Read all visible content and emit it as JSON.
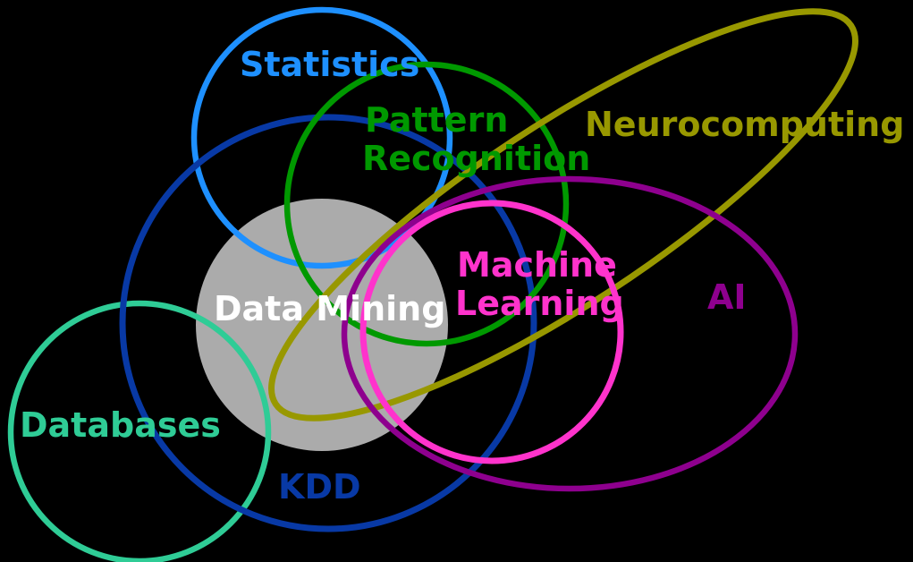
{
  "background": "#000000",
  "diagram": {
    "kind": "venn-diagram",
    "topic": "Data Mining and related fields"
  },
  "labels": {
    "statistics": {
      "text": "Statistics",
      "color": "#1E90FF"
    },
    "pattern_recognition": {
      "line1": "Pattern",
      "line2": "Recognition",
      "color": "#009900"
    },
    "neurocomputing": {
      "text": "Neurocomputing",
      "color": "#989800"
    },
    "machine_learning": {
      "line1": "Machine",
      "line2": "Learning",
      "color": "#FF33CC"
    },
    "ai": {
      "text": "AI",
      "color": "#8E008E"
    },
    "data_mining": {
      "text": "Data Mining",
      "color": "#FFFFFF"
    },
    "databases": {
      "text": "Databases",
      "color": "#2FCC96"
    },
    "kdd": {
      "text": "KDD",
      "color": "#0839A5"
    }
  },
  "shapes": {
    "data_mining_disc": {
      "fill": "#ABABAB"
    },
    "statistics_circle": {
      "stroke": "#1E90FF"
    },
    "databases_circle": {
      "stroke": "#2FCC96"
    },
    "kdd_circle": {
      "stroke": "#0839A5"
    },
    "pattern_recognition_circle": {
      "stroke": "#009900"
    },
    "neurocomputing_ellipse": {
      "stroke": "#989800"
    },
    "ai_ellipse": {
      "stroke": "#8E008E"
    },
    "machine_learning_circle": {
      "stroke": "#FF33CC"
    }
  }
}
